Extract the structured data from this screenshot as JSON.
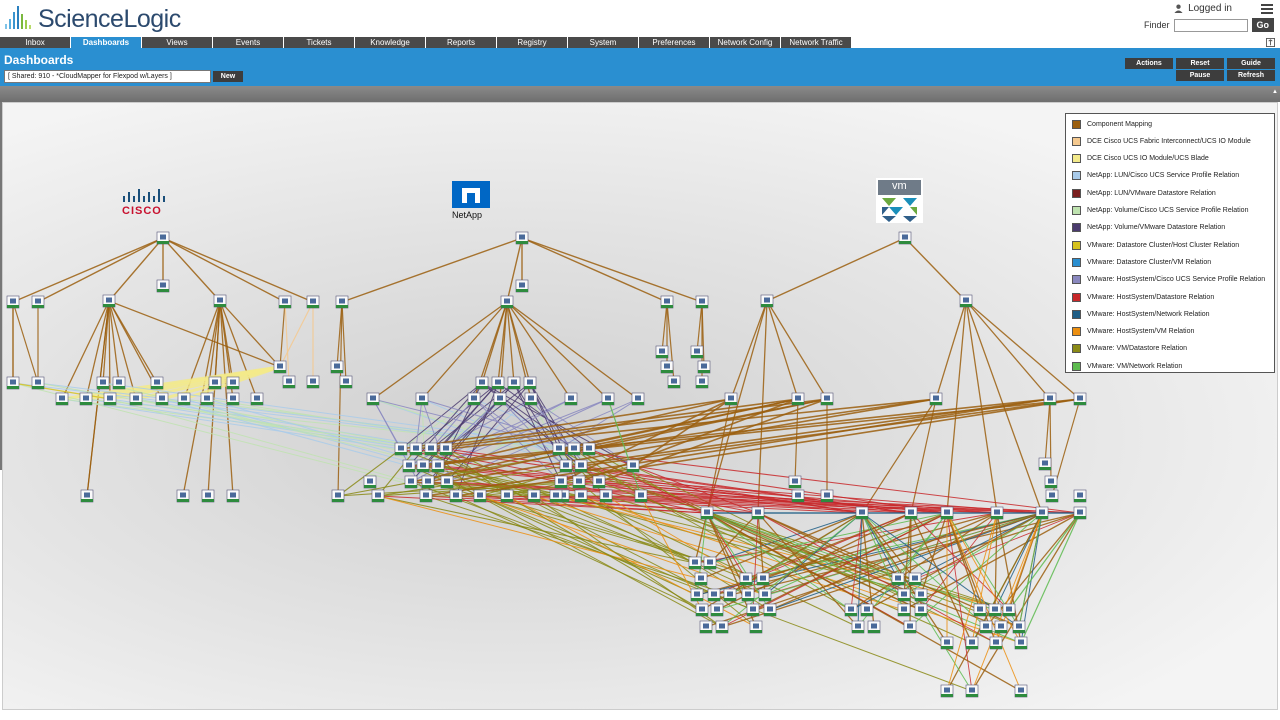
{
  "header": {
    "logo_text": "ScienceLogic",
    "user_status": "Logged in",
    "finder_label": "Finder",
    "finder_value": "",
    "go_label": "Go"
  },
  "nav": {
    "tabs": [
      {
        "label": "Inbox",
        "active": false
      },
      {
        "label": "Dashboards",
        "active": true
      },
      {
        "label": "Views",
        "active": false
      },
      {
        "label": "Events",
        "active": false
      },
      {
        "label": "Tickets",
        "active": false
      },
      {
        "label": "Knowledge",
        "active": false
      },
      {
        "label": "Reports",
        "active": false
      },
      {
        "label": "Registry",
        "active": false
      },
      {
        "label": "System",
        "active": false
      },
      {
        "label": "Preferences",
        "active": false
      },
      {
        "label": "Network Config",
        "active": false
      },
      {
        "label": "Network Traffic",
        "active": false
      }
    ]
  },
  "page": {
    "title": "Dashboards",
    "dashboard_selected": "[ Shared: 910 - *CloudMapper for Flexpod w/Layers ]",
    "new_label": "New"
  },
  "toolbar": {
    "actions_label": "Actions",
    "reset_label": "Reset",
    "guide_label": "Guide",
    "pause_label": "Pause",
    "refresh_label": "Refresh"
  },
  "vendors": {
    "cisco": "CISCO",
    "netapp": "NetApp",
    "vmware": "vm"
  },
  "legend": {
    "items": [
      {
        "label": "Component Mapping",
        "color": "#9b5f0f"
      },
      {
        "label": "DCE Cisco UCS Fabric Interconnect/UCS IO Module",
        "color": "#f5c98f"
      },
      {
        "label": "DCE Cisco UCS IO Module/UCS Blade",
        "color": "#f3ea8a"
      },
      {
        "label": "NetApp: LUN/Cisco UCS Service Profile Relation",
        "color": "#a9cbea"
      },
      {
        "label": "NetApp: LUN/VMware Datastore Relation",
        "color": "#7a1e1e"
      },
      {
        "label": "NetApp: Volume/Cisco UCS Service Profile Relation",
        "color": "#bfe3b0"
      },
      {
        "label": "NetApp: Volume/VMware Datastore Relation",
        "color": "#4b3b6e"
      },
      {
        "label": "VMware: Datastore Cluster/Host Cluster Relation",
        "color": "#d6c21e"
      },
      {
        "label": "VMware: Datastore Cluster/VM Relation",
        "color": "#2a8fd1"
      },
      {
        "label": "VMware: HostSystem/Cisco UCS Service Profile Relation",
        "color": "#8a88bf"
      },
      {
        "label": "VMware: HostSystem/Datastore Relation",
        "color": "#c8282a"
      },
      {
        "label": "VMware: HostSystem/Network Relation",
        "color": "#1f5e86"
      },
      {
        "label": "VMware: HostSystem/VM Relation",
        "color": "#ec8f10"
      },
      {
        "label": "VMware: VM/Datastore Relation",
        "color": "#8a8a16"
      },
      {
        "label": "VMware: VM/Network Relation",
        "color": "#5dbb4f"
      }
    ]
  }
}
